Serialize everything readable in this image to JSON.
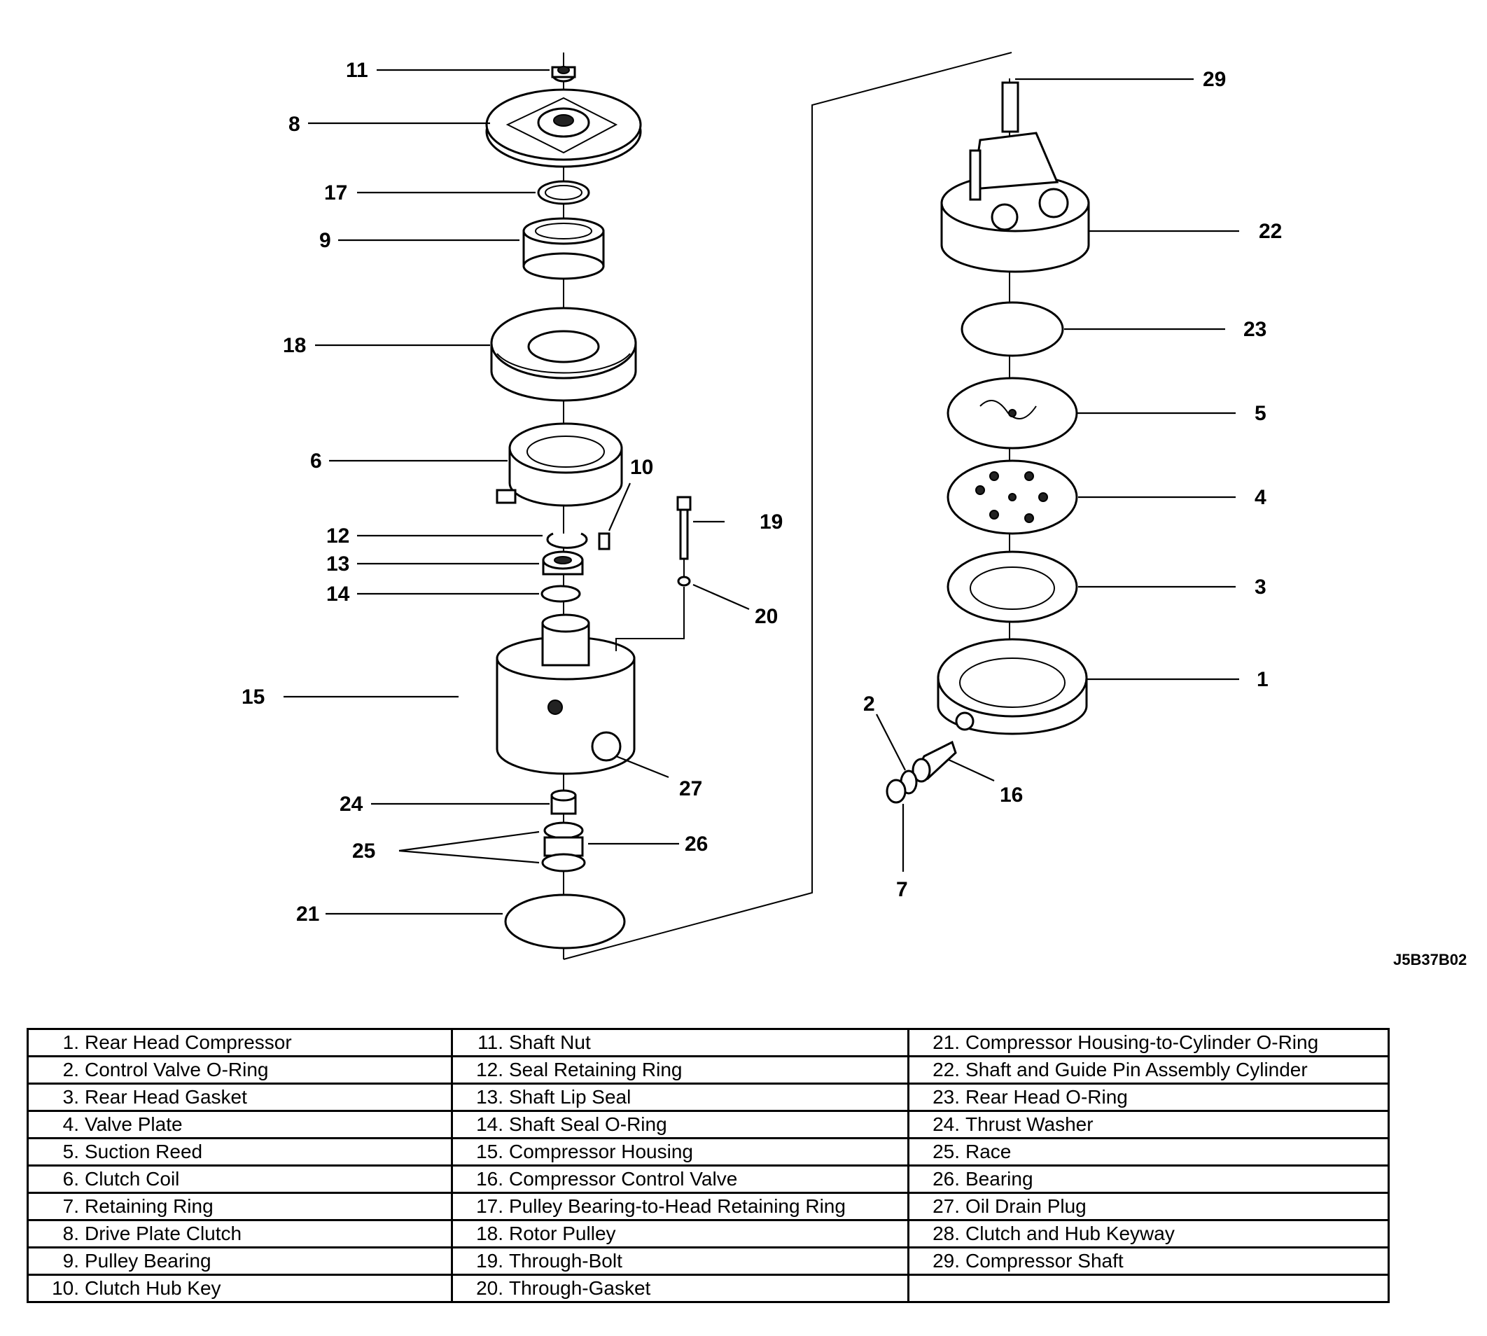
{
  "figure_id": "J5B37B02",
  "callouts": [
    "1",
    "2",
    "3",
    "4",
    "5",
    "6",
    "7",
    "8",
    "9",
    "10",
    "11",
    "12",
    "13",
    "14",
    "15",
    "16",
    "17",
    "18",
    "19",
    "20",
    "21",
    "22",
    "23",
    "24",
    "25",
    "26",
    "27",
    "29"
  ],
  "legend": [
    [
      {
        "num": "1.",
        "label": "Rear Head Compressor"
      },
      {
        "num": "11.",
        "label": "Shaft Nut"
      },
      {
        "num": "21.",
        "label": "Compressor Housing-to-Cylinder O-Ring"
      }
    ],
    [
      {
        "num": "2.",
        "label": "Control Valve O-Ring"
      },
      {
        "num": "12.",
        "label": "Seal Retaining Ring"
      },
      {
        "num": "22.",
        "label": "Shaft and Guide Pin Assembly Cylinder"
      }
    ],
    [
      {
        "num": "3.",
        "label": "Rear Head Gasket"
      },
      {
        "num": "13.",
        "label": "Shaft Lip Seal"
      },
      {
        "num": "23.",
        "label": "Rear Head O-Ring"
      }
    ],
    [
      {
        "num": "4.",
        "label": "Valve Plate"
      },
      {
        "num": "14.",
        "label": "Shaft Seal O-Ring"
      },
      {
        "num": "24.",
        "label": "Thrust Washer"
      }
    ],
    [
      {
        "num": "5.",
        "label": "Suction Reed"
      },
      {
        "num": "15.",
        "label": "Compressor Housing"
      },
      {
        "num": "25.",
        "label": "Race"
      }
    ],
    [
      {
        "num": "6.",
        "label": "Clutch Coil"
      },
      {
        "num": "16.",
        "label": "Compressor Control Valve"
      },
      {
        "num": "26.",
        "label": "Bearing"
      }
    ],
    [
      {
        "num": "7.",
        "label": "Retaining Ring"
      },
      {
        "num": "17.",
        "label": "Pulley Bearing-to-Head Retaining Ring"
      },
      {
        "num": "27.",
        "label": "Oil Drain Plug"
      }
    ],
    [
      {
        "num": "8.",
        "label": "Drive Plate Clutch"
      },
      {
        "num": "18.",
        "label": "Rotor Pulley"
      },
      {
        "num": "28.",
        "label": "Clutch and Hub Keyway"
      }
    ],
    [
      {
        "num": "9.",
        "label": "Pulley Bearing"
      },
      {
        "num": "19.",
        "label": "Through-Bolt"
      },
      {
        "num": "29.",
        "label": "Compressor Shaft"
      }
    ],
    [
      {
        "num": "10.",
        "label": "Clutch Hub Key"
      },
      {
        "num": "20.",
        "label": "Through-Gasket"
      },
      {
        "num": "",
        "label": ""
      }
    ]
  ]
}
